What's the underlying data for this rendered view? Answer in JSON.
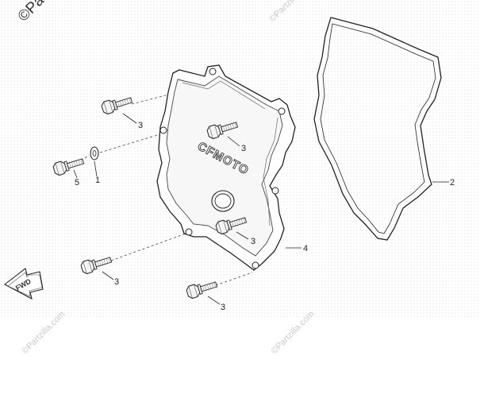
{
  "watermark": {
    "corner_text": "©Pa",
    "repeat_text": "©Partzilla.com"
  },
  "brand_logo": "CFMOTO",
  "fwd_arrow_text": "FWD",
  "callouts": {
    "gasket": "2",
    "cover": "4",
    "washer": "1",
    "bolt_left": "5",
    "bolt_top_left": "3",
    "bolt_top_center": "3",
    "bolt_mid": "3",
    "bolt_bottom_left": "3",
    "bolt_bottom_center": "3"
  }
}
